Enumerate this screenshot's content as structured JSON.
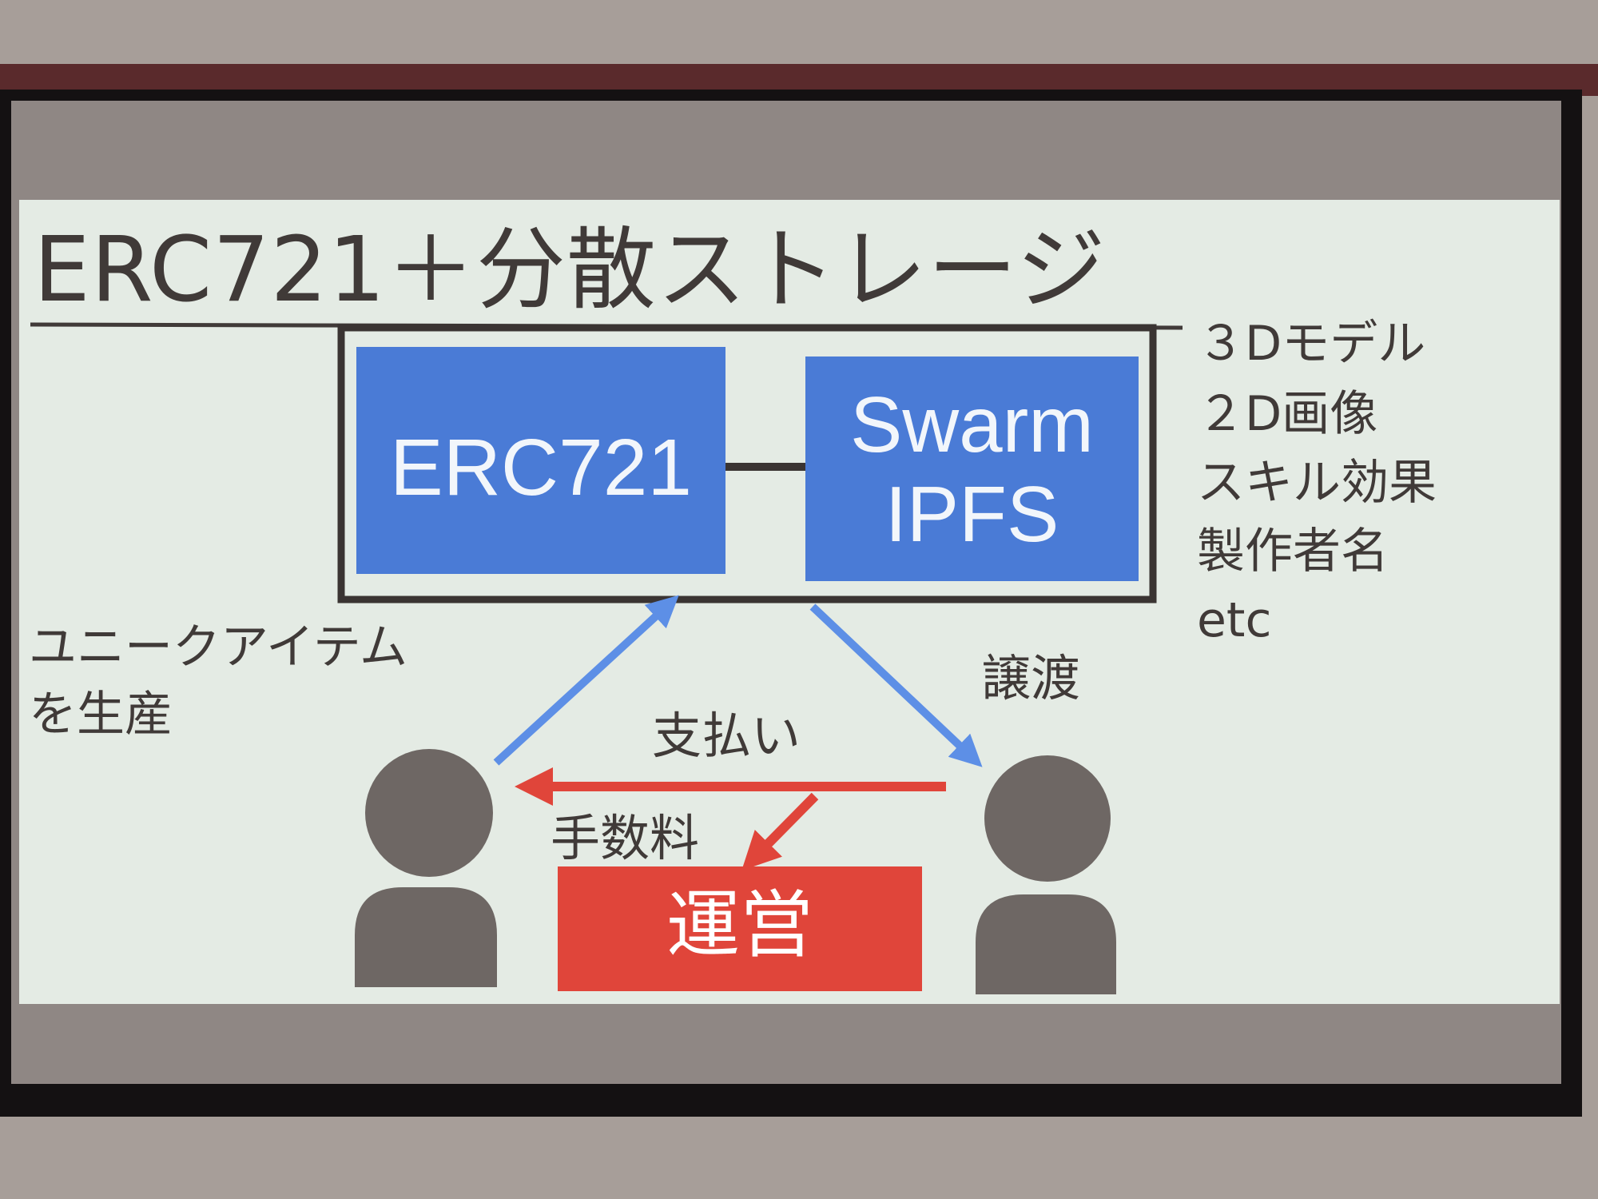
{
  "slide": {
    "title": "ERC721＋分散ストレージ",
    "erc_box": "ERC721",
    "storage_box": {
      "line1": "Swarm",
      "line2": "IPFS"
    },
    "stored_items": [
      "３Dモデル",
      "２D画像",
      "スキル効果",
      "製作者名",
      "etc"
    ],
    "producer_label": {
      "line1": "ユニークアイテム",
      "line2": "を生産"
    },
    "transfer_label": "譲渡",
    "payment_label": "支払い",
    "fee_label": "手数料",
    "operator_box": "運営"
  },
  "colors": {
    "blue": "#4a7bd6",
    "red": "#e0453a",
    "arrow_blue": "#5d8fe6",
    "person": "#6e6764",
    "text": "#403a38"
  }
}
